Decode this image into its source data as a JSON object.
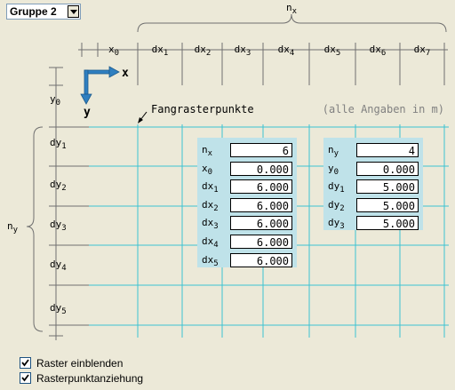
{
  "group_select": {
    "value": "Gruppe 2"
  },
  "top_dims": {
    "n_label": "nx",
    "labels": [
      "x0",
      "dx1",
      "dx2",
      "dx3",
      "dx4",
      "dx5",
      "dx6",
      "dx7"
    ]
  },
  "left_dims": {
    "n_label": "ny",
    "labels": [
      "y0",
      "dy1",
      "dy2",
      "dy3",
      "dy4",
      "dy5"
    ]
  },
  "axes": {
    "x": "x",
    "y": "y"
  },
  "snap_label": "Fangrasterpunkte",
  "units_note": "(alle Angaben in m)",
  "x_panel": {
    "rows": [
      {
        "label": "nx",
        "value": "6"
      },
      {
        "label": "x0",
        "value": "0.000"
      },
      {
        "label": "dx1",
        "value": "6.000"
      },
      {
        "label": "dx2",
        "value": "6.000"
      },
      {
        "label": "dx3",
        "value": "6.000"
      },
      {
        "label": "dx4",
        "value": "6.000"
      },
      {
        "label": "dx5",
        "value": "6.000"
      }
    ]
  },
  "y_panel": {
    "rows": [
      {
        "label": "ny",
        "value": "4"
      },
      {
        "label": "y0",
        "value": "0.000"
      },
      {
        "label": "dy1",
        "value": "5.000"
      },
      {
        "label": "dy2",
        "value": "5.000"
      },
      {
        "label": "dy3",
        "value": "5.000"
      }
    ]
  },
  "checkboxes": [
    {
      "label": "Raster einblenden",
      "checked": true
    },
    {
      "label": "Rasterpunktanziehung",
      "checked": true
    }
  ],
  "colors": {
    "grid": "#3cc2d2",
    "axis": "#2f7fc0",
    "dim_line": "#707070",
    "panel_bg": "#bfe2e9"
  }
}
